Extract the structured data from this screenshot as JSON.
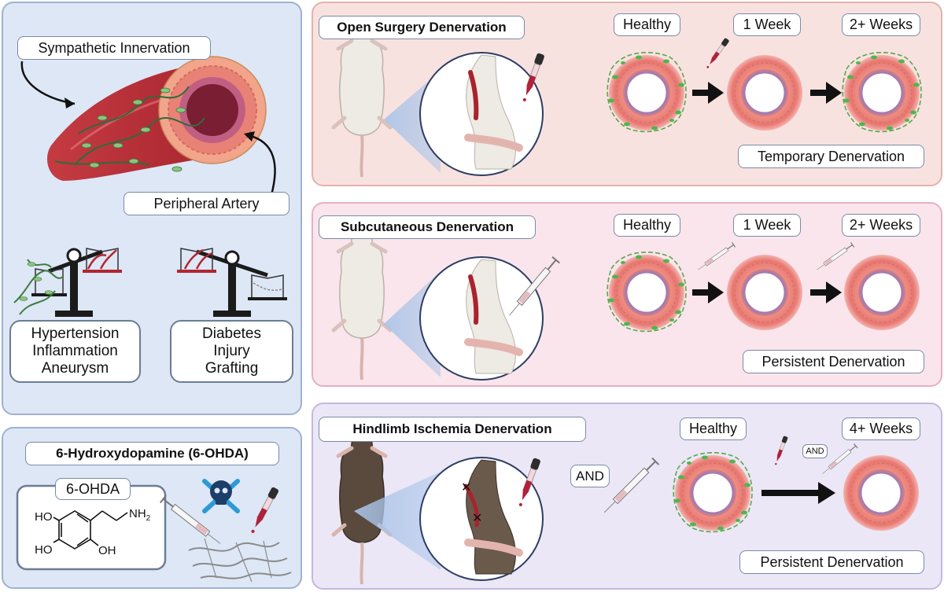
{
  "left_panel": {
    "sympathetic_label": "Sympathetic Innervation",
    "artery_label": "Peripheral Artery",
    "hyper_group": [
      "Hypertension",
      "Inflammation",
      "Aneurysm"
    ],
    "hypo_group": [
      "Diabetes",
      "Injury",
      "Grafting"
    ]
  },
  "chem_panel": {
    "title": "6-Hydroxydopamine (6-OHDA)",
    "compound_label": "6-OHDA",
    "groups": {
      "ho_top": "HO",
      "ho_left": "HO",
      "oh": "OH",
      "amine": "NH",
      "amine_sub": "2"
    }
  },
  "rows": [
    {
      "title": "Open Surgery Denervation",
      "t0": "Healthy",
      "t1": "1 Week",
      "t2": "2+ Weeks",
      "outcome": "Temporary Denervation"
    },
    {
      "title": "Subcutaneous Denervation",
      "t0": "Healthy",
      "t1": "1 Week",
      "t2": "2+ Weeks",
      "outcome": "Persistent Denervation"
    },
    {
      "title": "Hindlimb Ischemia Denervation",
      "t0": "Healthy",
      "t2": "4+ Weeks",
      "and_big": "AND",
      "and_small": "AND",
      "outcome": "Persistent Denervation"
    }
  ],
  "colors": {
    "left_bg": "#dde7f6",
    "left_border": "#9fb1d2",
    "row1_bg": "#f8e2e0",
    "row1_border": "#e3b2ad",
    "row2_bg": "#fae5ec",
    "row2_border": "#e4b1c4",
    "row3_bg": "#ebe7f6",
    "row3_border": "#c3b8e0",
    "artery_red": "#c0323a",
    "vessel_pink": "#e9787a",
    "nerve_green": "#5aa84a"
  }
}
